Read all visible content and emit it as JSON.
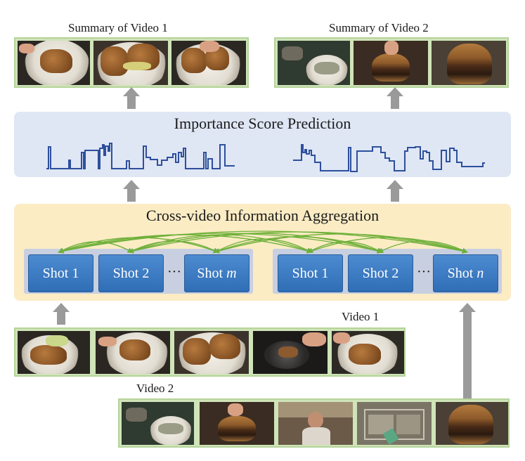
{
  "summary1": {
    "title": "Summary of Video 1"
  },
  "summary2": {
    "title": "Summary of Video 2"
  },
  "score_panel": {
    "title": "Importance Score Prediction"
  },
  "agg_panel": {
    "title": "Cross-video Information Aggregation"
  },
  "group1": {
    "shots": [
      {
        "prefix": "Shot",
        "index": "1"
      },
      {
        "prefix": "Shot",
        "index": "2"
      },
      {
        "prefix": "Shot",
        "index": "m"
      }
    ],
    "ellipsis": "···"
  },
  "group2": {
    "shots": [
      {
        "prefix": "Shot",
        "index": "1"
      },
      {
        "prefix": "Shot",
        "index": "2"
      },
      {
        "prefix": "Shot",
        "index": "n"
      }
    ],
    "ellipsis": "···"
  },
  "video1": {
    "label": "Video 1"
  },
  "video2": {
    "label": "Video 2"
  },
  "colors": {
    "frame_green": "#cfe4b8",
    "score_panel": "#dfe6f4",
    "agg_panel": "#fbecc4",
    "shot_blue": "#3a7bc8",
    "signal_line": "#2d4f9c",
    "link_green": "#6fb03a",
    "arrow_gray": "#9a9a9a"
  }
}
